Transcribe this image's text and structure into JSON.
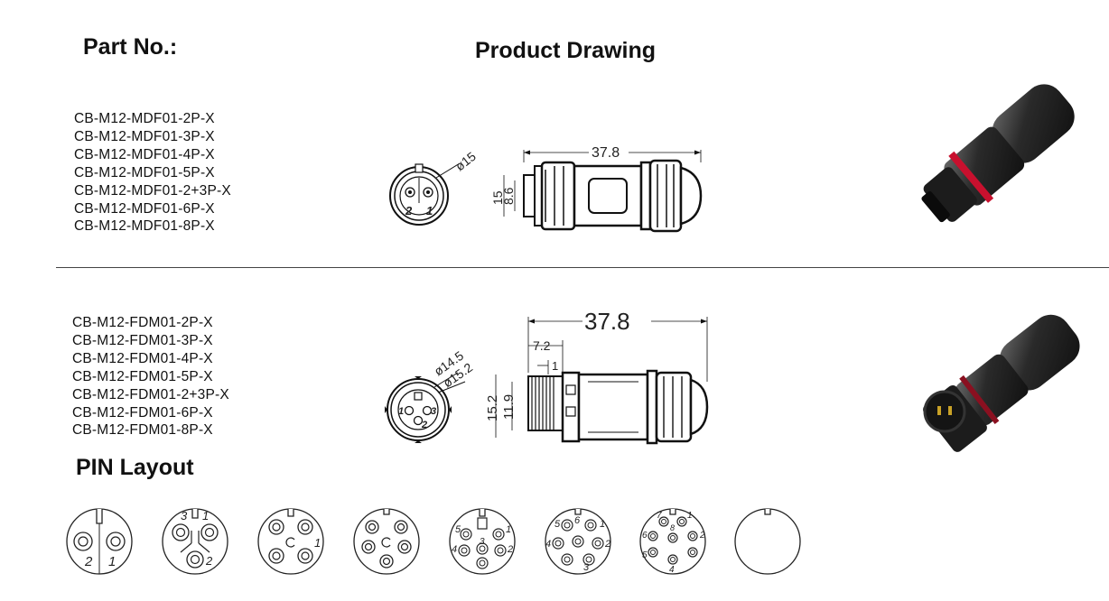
{
  "headings": {
    "part_no": "Part No.:",
    "product_drawing": "Product Drawing",
    "pin_layout": "PIN Layout"
  },
  "section1": {
    "parts": [
      "CB-M12-MDF01-2P-X",
      "CB-M12-MDF01-3P-X",
      "CB-M12-MDF01-4P-X",
      "CB-M12-MDF01-5P-X",
      "CB-M12-MDF01-2+3P-X",
      "CB-M12-MDF01-6P-X",
      "CB-M12-MDF01-8P-X"
    ],
    "dims": {
      "face_dia": "ø15",
      "length": "37.8",
      "height": "15",
      "inner": "8.6"
    },
    "face_pins": [
      "2",
      "1"
    ]
  },
  "section2": {
    "parts": [
      "CB-M12-FDM01-2P-X",
      "CB-M12-FDM01-3P-X",
      "CB-M12-FDM01-4P-X",
      "CB-M12-FDM01-5P-X",
      "CB-M12-FDM01-2+3P-X",
      "CB-M12-FDM01-6P-X",
      "CB-M12-FDM01-8P-X"
    ],
    "dims": {
      "dia_a": "ø14.5",
      "dia_b": "ø15.2",
      "length": "37.8",
      "thread": "7.2",
      "step": "1",
      "height": "15.2",
      "inner": "11.9"
    },
    "face_pins": [
      "1",
      "3",
      "2"
    ]
  },
  "pin_layouts": [
    {
      "labels": [
        "2",
        "1"
      ]
    },
    {
      "labels": [
        "3",
        "1",
        "2"
      ]
    },
    {
      "labels": [
        "1"
      ]
    },
    {
      "labels": []
    },
    {
      "labels": [
        "5",
        "1",
        "4",
        "3",
        "2"
      ]
    },
    {
      "labels": [
        "5",
        "6",
        "1",
        "4",
        "2",
        "3"
      ]
    },
    {
      "labels": [
        "7",
        "1",
        "6",
        "8",
        "2",
        "5",
        "4"
      ]
    },
    {
      "labels": []
    }
  ]
}
